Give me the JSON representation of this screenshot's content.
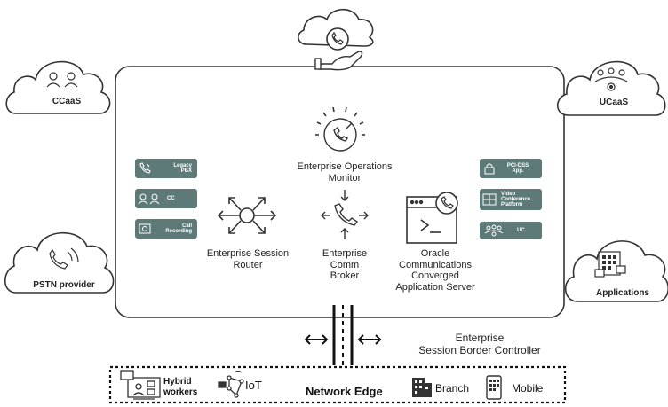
{
  "clouds": {
    "ccaas": "CCaaS",
    "ucaas": "UCaaS",
    "pstn": "PSTN provider",
    "applications": "Applications"
  },
  "center": {
    "eom_line1": "Enterprise Operations",
    "eom_line2": "Monitor",
    "esr_line1": "Enterprise Session",
    "esr_line2": "Router",
    "ecb_line1": "Enterprise",
    "ecb_line2": "Comm",
    "ecb_line3": "Broker",
    "ocas_line1": "Oracle",
    "ocas_line2": "Communications",
    "ocas_line3": "Converged",
    "ocas_line4": "Application Server"
  },
  "left_pills": [
    {
      "line1": "Legacy",
      "line2": "PBX",
      "icon": "phone-icon"
    },
    {
      "line1": "CC",
      "line2": "",
      "icon": "agents-icon"
    },
    {
      "line1": "Call",
      "line2": "Recording",
      "icon": "recording-icon"
    }
  ],
  "right_pills": [
    {
      "line1": "PCI-DSS",
      "line2": "App.",
      "icon": "lock-icon"
    },
    {
      "line1": "Video",
      "line2": "Conference",
      "line3": "Platform",
      "icon": "video-icon"
    },
    {
      "line1": "UC",
      "line2": "",
      "icon": "group-icon"
    }
  ],
  "sbc": {
    "line1": "Enterprise",
    "line2": "Session Border Controller"
  },
  "edge": {
    "hybrid_line1": "Hybrid",
    "hybrid_line2": "workers",
    "iot": "IoT",
    "title": "Network Edge",
    "branch": "Branch",
    "mobile": "Mobile"
  },
  "colors": {
    "pill": "#5d7a78",
    "stroke": "#333333"
  }
}
